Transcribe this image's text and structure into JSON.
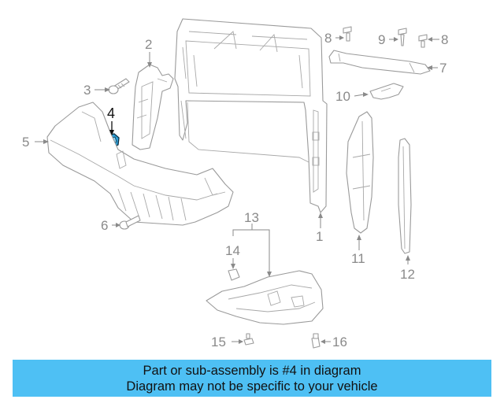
{
  "diagram": {
    "callouts": [
      "1",
      "2",
      "3",
      "4",
      "5",
      "6",
      "7",
      "8",
      "8",
      "9",
      "10",
      "11",
      "12",
      "13",
      "14",
      "15",
      "16"
    ],
    "highlight_callout": "4",
    "highlight_color": "#2e9fd6"
  },
  "banner": {
    "line1": "Part or sub-assembly is #4 in diagram",
    "line2": "Diagram may not be specific to your vehicle",
    "background": "#4ec0f4"
  }
}
